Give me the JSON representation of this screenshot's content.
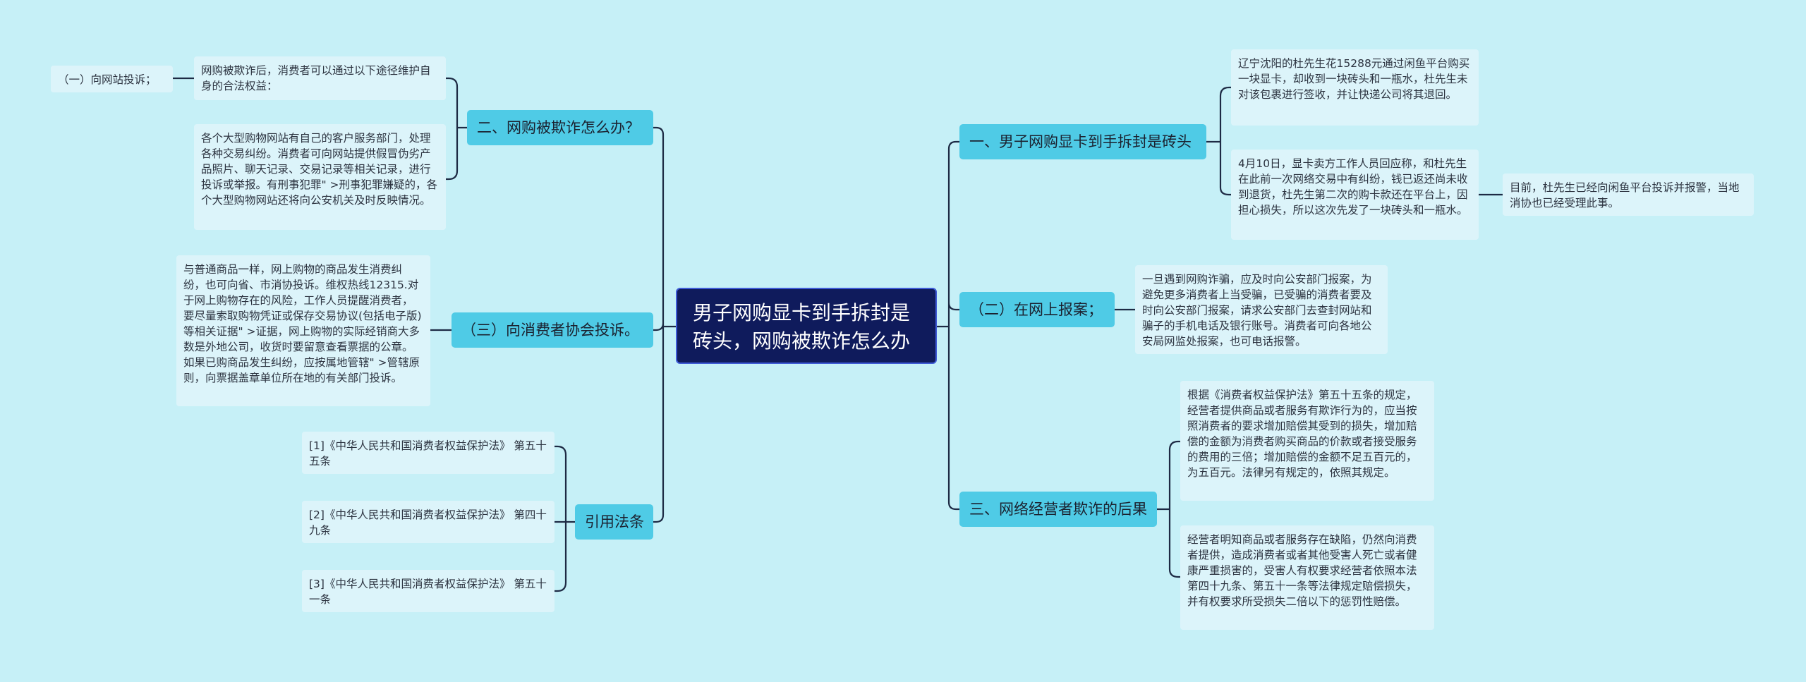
{
  "root": {
    "title": "男子网购显卡到手拆封是砖头，网购被欺诈怎么办"
  },
  "branches": {
    "b1": {
      "label": "一、男子网购显卡到手拆封是砖头",
      "items": [
        "辽宁沈阳的杜先生花15288元通过闲鱼平台购买一块显卡，却收到一块砖头和一瓶水，杜先生未对该包裹进行签收，并让快递公司将其退回。",
        "4月10日，显卡卖方工作人员回应称，和杜先生在此前一次网络交易中有纠纷，钱已返还尚未收到退货，杜先生第二次的购卡款还在平台上，因担心损失，所以这次先发了一块砖头和一瓶水。"
      ],
      "sub": "目前，杜先生已经向闲鱼平台投诉并报警，当地消协也已经受理此事。"
    },
    "b2": {
      "label": "（二）在网上报案；",
      "items": [
        "一旦遇到网购诈骗，应及时向公安部门报案，为避免更多消费者上当受骗，已受骗的消费者要及时向公安部门报案，请求公安部门去查封网站和骗子的手机电话及银行账号。消费者可向各地公安局网监处报案，也可电话报警。"
      ]
    },
    "b3": {
      "label": "三、网络经营者欺诈的后果",
      "items": [
        "根据《消费者权益保护法》第五十五条的规定，经营者提供商品或者服务有欺诈行为的，应当按照消费者的要求增加赔偿其受到的损失，增加赔偿的金额为消费者购买商品的价款或者接受服务的费用的三倍；增加赔偿的金额不足五百元的，为五百元。法律另有规定的，依照其规定。",
        "经营者明知商品或者服务存在缺陷，仍然向消费者提供，造成消费者或者其他受害人死亡或者健康严重损害的，受害人有权要求经营者依照本法第四十九条、第五十一条等法律规定赔偿损失，并有权要求所受损失二倍以下的惩罚性赔偿。"
      ]
    },
    "b4": {
      "label": "二、网购被欺诈怎么办？",
      "items": [
        "网购被欺诈后，消费者可以通过以下途径维护自身的合法权益：",
        "各个大型购物网站有自己的客户服务部门，处理各种交易纠纷。消费者可向网站提供假冒伪劣产品照片、聊天记录、交易记录等相关记录，进行投诉或举报。有刑事犯罪\" >刑事犯罪嫌疑的，各个大型购物网站还将向公安机关及时反映情况。"
      ],
      "sub": "（一）向网站投诉；"
    },
    "b5": {
      "label": "（三）向消费者协会投诉。",
      "items": [
        "与普通商品一样，网上购物的商品发生消费纠纷，也可向省、市消协投诉。维权热线12315.对于网上购物存在的风险，工作人员提醒消费者，要尽量索取购物凭证或保存交易协议(包括电子版)等相关证据\" >证据，网上购物的实际经销商大多数是外地公司，收货时要留意查看票据的公章。如果已购商品发生纠纷，应按属地管辖\" >管辖原则，向票据盖章单位所在地的有关部门投诉。"
      ]
    },
    "b6": {
      "label": "引用法条",
      "items": [
        "[1]《中华人民共和国消费者权益保护法》 第五十五条",
        "[2]《中华人民共和国消费者权益保护法》 第四十九条",
        "[3]《中华人民共和国消费者权益保护法》 第五十一条"
      ]
    }
  },
  "colors": {
    "background": "#c6f0f7",
    "root": "#0f1b5c",
    "branch": "#4fcbe6",
    "leaf": "#dcf4fa",
    "line": "#1d2a44"
  }
}
